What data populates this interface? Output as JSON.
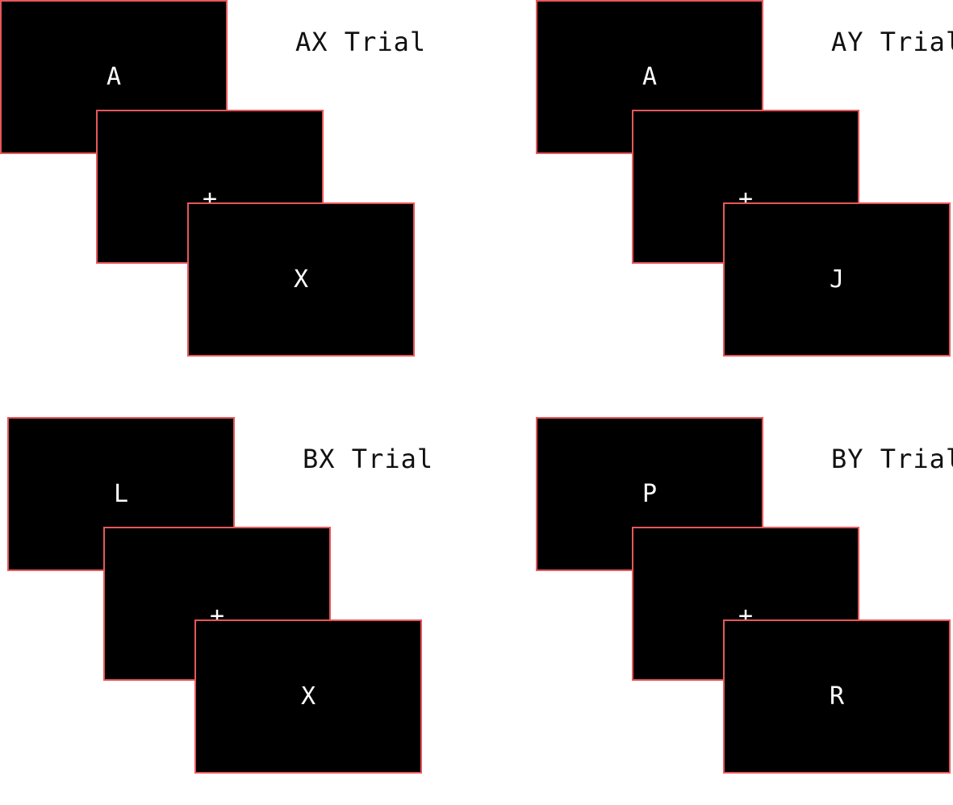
{
  "colors": {
    "screen_fill": "#000000",
    "screen_border": "#e8575a",
    "stimulus_text": "#ffffff",
    "title_text": "#111111",
    "background": "#ffffff"
  },
  "trials": {
    "ax": {
      "title": "AX Trial",
      "cue": "A",
      "fixation": "+",
      "probe": "X"
    },
    "ay": {
      "title": "AY Trial",
      "cue": "A",
      "fixation": "+",
      "probe": "J"
    },
    "bx": {
      "title": "BX Trial",
      "cue": "L",
      "fixation": "+",
      "probe": "X"
    },
    "by": {
      "title": "BY Trial",
      "cue": "P",
      "fixation": "+",
      "probe": "R"
    }
  }
}
